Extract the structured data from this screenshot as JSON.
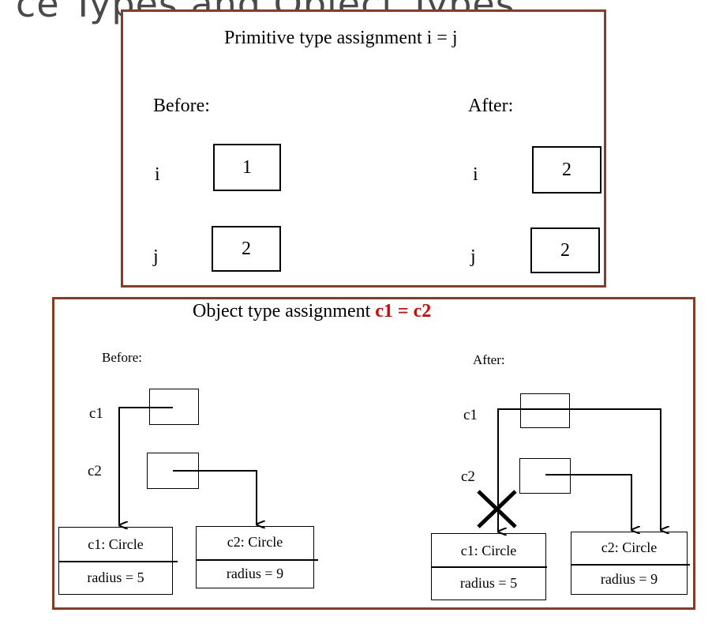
{
  "slide": {
    "heading_fragment": "ce Types and Object Types"
  },
  "primitive": {
    "title": "Primitive type assignment  i = j",
    "before_label": "Before:",
    "after_label": "After:",
    "before": [
      {
        "var": "i",
        "value": "1"
      },
      {
        "var": "j",
        "value": "2"
      }
    ],
    "after": [
      {
        "var": "i",
        "value": "2"
      },
      {
        "var": "j",
        "value": "2"
      }
    ]
  },
  "object": {
    "title_prefix": "Object type assignment ",
    "title_code": "c1 = c2",
    "before_label": "Before:",
    "after_label": "After:",
    "before": {
      "ref1": "c1",
      "ref2": "c2",
      "obj1_name": "c1: Circle",
      "obj1_field": "radius = 5",
      "obj2_name": "c2: Circle",
      "obj2_field": "radius = 9"
    },
    "after": {
      "ref1": "c1",
      "ref2": "c2",
      "obj1_name": "c1: Circle",
      "obj1_field": "radius = 5",
      "obj2_name": "c2: Circle",
      "obj2_field": "radius = 9"
    }
  },
  "colors": {
    "panel_border": "#8b3a24",
    "highlight": "#e00000"
  }
}
